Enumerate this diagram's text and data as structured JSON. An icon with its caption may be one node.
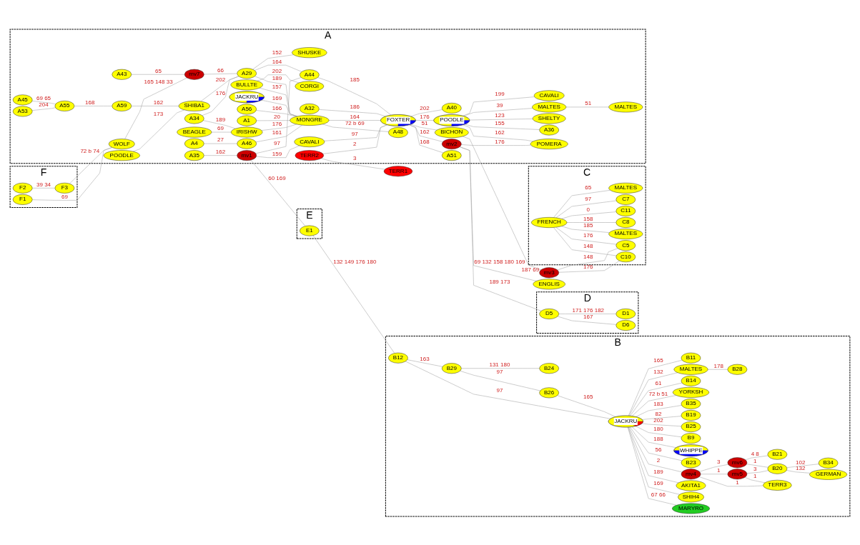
{
  "diagram": {
    "nodes": [
      {
        "text": [
          "F"
        ]
      },
      {
        "text": [
          "F2"
        ],
        "in": 0
      },
      {
        "text": [
          "F3"
        ],
        "in": 0
      },
      {
        "text": [
          "F1"
        ],
        "in": 0
      },
      {
        "text": [
          "A"
        ]
      },
      {
        "text": [
          "WOLF"
        ],
        "in": 4
      },
      {
        "text": [
          "A43"
        ],
        "in": 4
      },
      {
        "text": [
          "mv7"
        ],
        "in": 4
      },
      {
        "text": [
          "A45"
        ],
        "in": 4
      },
      {
        "text": [
          "A53"
        ],
        "in": 4
      },
      {
        "text": [
          "A55"
        ],
        "in": 4
      },
      {
        "text": [
          "A59"
        ],
        "in": 4
      },
      {
        "text": [
          "POODLE"
        ],
        "in": 4
      },
      {
        "text": [
          "SHIBA1"
        ],
        "in": 4
      },
      {
        "text": [
          "A34"
        ],
        "in": 4
      },
      {
        "text": [
          "A29"
        ],
        "in": 4
      },
      {
        "text": [
          "SHUSKE"
        ],
        "in": 4
      },
      {
        "text": [
          "A35"
        ],
        "in": 4
      },
      {
        "text": [
          "mv1"
        ],
        "in": 4
      },
      {
        "text": [
          "BEAGLE"
        ],
        "in": 4
      },
      {
        "text": [
          "A4"
        ],
        "in": 4
      },
      {
        "text": [
          "IRISHW"
        ],
        "in": 4
      },
      {
        "text": [
          "A46"
        ],
        "in": 4
      },
      {
        "text": [
          "JACKRU"
        ],
        "in": 4
      },
      {
        "text": [
          "MONGRE"
        ],
        "in": 4
      },
      {
        "text": [
          "A56"
        ],
        "in": 4
      },
      {
        "text": [
          "A1"
        ],
        "in": 4
      },
      {
        "text": [
          "BULLTE"
        ],
        "in": 4
      },
      {
        "text": [
          "A48"
        ],
        "in": 4
      },
      {
        "text": [
          "A44"
        ],
        "in": 4
      },
      {
        "text": [
          "CAVALI"
        ],
        "in": 4
      },
      {
        "text": [
          "A32"
        ],
        "in": 4
      },
      {
        "text": [
          "FOXTER"
        ],
        "in": 4
      },
      {
        "text": [
          "TERR2"
        ],
        "in": 4
      },
      {
        "text": [
          "A51"
        ],
        "in": 4
      },
      {
        "text": [
          "BICHON"
        ],
        "in": 4
      },
      {
        "text": [
          "CORGI"
        ],
        "in": 4
      },
      {
        "text": [
          "POODLE"
        ],
        "in": 4
      },
      {
        "text": [
          "mv2"
        ],
        "in": 4
      },
      {
        "text": [
          "A40"
        ],
        "in": 4
      },
      {
        "text": [
          "CAVALI"
        ],
        "in": 4
      },
      {
        "text": [
          "A36"
        ],
        "in": 4
      },
      {
        "text": [
          "SHELTY"
        ],
        "in": 4
      },
      {
        "text": [
          "MALTES"
        ],
        "in": 4
      },
      {
        "text": [
          "POMERA"
        ],
        "in": 4
      },
      {
        "text": [
          "MALTES"
        ],
        "in": 4
      },
      {
        "text": [
          "TERR1"
        ]
      },
      {
        "text": [
          "ENGLIS"
        ]
      },
      {
        "text": [
          "mv3"
        ]
      },
      {
        "text": [
          "B"
        ]
      },
      {
        "text": [
          "GERMAN"
        ],
        "in": 49
      },
      {
        "text": [
          "TERR3"
        ],
        "in": 49
      },
      {
        "text": [
          "B34"
        ],
        "in": 49
      },
      {
        "text": [
          "B20"
        ],
        "in": 49
      },
      {
        "text": [
          "mv5"
        ],
        "in": 49
      },
      {
        "text": [
          "MARYRO"
        ],
        "in": 49
      },
      {
        "text": [
          "SHIH4"
        ],
        "in": 49
      },
      {
        "text": [
          "AKITA1"
        ],
        "in": 49
      },
      {
        "text": [
          "mv6"
        ],
        "in": 49
      },
      {
        "text": [
          "mv4"
        ],
        "in": 49
      },
      {
        "text": [
          "B21"
        ],
        "in": 49
      },
      {
        "text": [
          "B23"
        ],
        "in": 49
      },
      {
        "text": [
          "WHIPPE"
        ],
        "in": 49
      },
      {
        "text": [
          "B9"
        ],
        "in": 49
      },
      {
        "text": [
          "JACKRU"
        ],
        "in": 49
      },
      {
        "text": [
          "B25"
        ],
        "in": 49
      },
      {
        "text": [
          "B19"
        ],
        "in": 49
      },
      {
        "text": [
          "B35"
        ],
        "in": 49
      },
      {
        "text": [
          "B12"
        ],
        "in": 49
      },
      {
        "text": [
          "YORKSH"
        ],
        "in": 49
      },
      {
        "text": [
          "B26"
        ],
        "in": 49
      },
      {
        "text": [
          "B14"
        ],
        "in": 49
      },
      {
        "text": [
          "MALTES"
        ],
        "in": 49
      },
      {
        "text": [
          "B11"
        ],
        "in": 49
      },
      {
        "text": [
          "B29"
        ],
        "in": 49
      },
      {
        "text": [
          "B28"
        ],
        "in": 49
      },
      {
        "text": [
          "B24"
        ],
        "in": 49
      },
      {
        "text": [
          "E"
        ]
      },
      {
        "text": [
          "E1"
        ],
        "in": 77
      },
      {
        "text": [
          "C"
        ]
      },
      {
        "text": [
          "MALTES"
        ],
        "in": 79
      },
      {
        "text": [
          "C8"
        ],
        "in": 79
      },
      {
        "text": [
          "C5"
        ],
        "in": 79
      },
      {
        "text": [
          "FRENCH"
        ],
        "in": 79
      },
      {
        "text": [
          "C11"
        ],
        "in": 79
      },
      {
        "text": [
          "C10"
        ],
        "in": 79
      },
      {
        "text": [
          "C7"
        ],
        "in": 79
      },
      {
        "text": [
          "MALTES"
        ],
        "in": 79
      },
      {
        "text": [
          "D"
        ]
      },
      {
        "text": [
          "D5"
        ],
        "in": 88
      },
      {
        "text": [
          "D6"
        ],
        "in": 88
      },
      {
        "text": [
          "D1"
        ],
        "in": 88
      }
    ],
    "edges": [
      {
        "from": 1,
        "to": 2,
        "arrow": "none",
        "label": "39 34"
      },
      {
        "from": 2,
        "to": 5,
        "arrow": "none",
        "label": "72 b 74"
      },
      {
        "from": 3,
        "to": 5,
        "arrow": "none",
        "label": "69"
      },
      {
        "from": 5,
        "to": 7,
        "arrow": "none",
        "label": "165 148 33"
      },
      {
        "from": 6,
        "to": 7,
        "arrow": "none",
        "label": "65"
      },
      {
        "from": 7,
        "to": 15,
        "arrow": "none",
        "label": "66"
      },
      {
        "from": 8,
        "to": 10,
        "arrow": "none",
        "label": "69 65"
      },
      {
        "from": 9,
        "to": 10,
        "arrow": "none",
        "label": "204"
      },
      {
        "from": 10,
        "to": 11,
        "arrow": "none",
        "label": "168"
      },
      {
        "from": 11,
        "to": 13,
        "arrow": "none",
        "label": "162"
      },
      {
        "from": 12,
        "to": 13,
        "arrow": "none",
        "label": "173"
      },
      {
        "from": 13,
        "to": 15,
        "arrow": "none",
        "label": "202"
      },
      {
        "from": 14,
        "to": 15,
        "arrow": "none",
        "label": "176"
      },
      {
        "from": 14,
        "to": 21,
        "arrow": "none",
        "label": "189"
      },
      {
        "from": 19,
        "to": 21,
        "arrow": "none",
        "label": "69"
      },
      {
        "from": 20,
        "to": 22,
        "arrow": "none",
        "label": "27"
      },
      {
        "from": 22,
        "to": 24,
        "arrow": "none",
        "label": "161"
      },
      {
        "from": 21,
        "to": 24,
        "arrow": "none",
        "label": "176"
      },
      {
        "from": 15,
        "to": 24,
        "arrow": "none",
        "label": "189"
      },
      {
        "from": 15,
        "to": 16,
        "arrow": "none",
        "label": "152"
      },
      {
        "from": 15,
        "to": 29,
        "arrow": "none",
        "label": "164"
      },
      {
        "from": 23,
        "to": 24,
        "arrow": "none",
        "label": "169"
      },
      {
        "from": 25,
        "to": 24,
        "arrow": "none",
        "label": "166"
      },
      {
        "from": 26,
        "to": 24,
        "arrow": "none",
        "label": "20"
      },
      {
        "from": 27,
        "to": 24,
        "arrow": "none",
        "label": "157"
      },
      {
        "from": 24,
        "to": 28,
        "arrow": "none",
        "label": "72 b 69"
      },
      {
        "from": 24,
        "to": 32,
        "arrow": "none",
        "label": "164"
      },
      {
        "from": 27,
        "to": 36,
        "arrow": "none",
        "label": "202"
      },
      {
        "from": 17,
        "to": 18,
        "arrow": "none",
        "label": "162"
      },
      {
        "from": 18,
        "to": 29,
        "arrow": "none",
        "label": "97"
      },
      {
        "from": 18,
        "to": 30,
        "arrow": "none",
        "label": "159"
      },
      {
        "from": 18,
        "to": 78,
        "arrow": "none",
        "label": "60 169"
      },
      {
        "from": 29,
        "to": 32,
        "arrow": "none",
        "label": "185"
      },
      {
        "from": 30,
        "to": 32,
        "arrow": "none",
        "label": "97"
      },
      {
        "from": 31,
        "to": 32,
        "arrow": "none",
        "label": "186"
      },
      {
        "from": 33,
        "to": 32,
        "arrow": "none",
        "label": "2"
      },
      {
        "from": 33,
        "to": 46,
        "arrow": "none",
        "label": "3"
      },
      {
        "from": 32,
        "to": 34,
        "arrow": "none",
        "label": "168"
      },
      {
        "from": 32,
        "to": 35,
        "arrow": "none",
        "label": "51"
      },
      {
        "from": 32,
        "to": 39,
        "arrow": "none",
        "label": "202"
      },
      {
        "from": 32,
        "to": 37,
        "arrow": "none",
        "label": "176"
      },
      {
        "from": 32,
        "to": 38,
        "arrow": "none",
        "label": "162"
      },
      {
        "from": 35,
        "to": 48,
        "arrow": "none",
        "label": "187 69"
      },
      {
        "from": 48,
        "to": 82,
        "arrow": "none",
        "label": "148"
      },
      {
        "from": 48,
        "to": 85,
        "arrow": "none",
        "label": "176"
      },
      {
        "from": 37,
        "to": 40,
        "arrow": "none",
        "label": "199"
      },
      {
        "from": 37,
        "to": 41,
        "arrow": "none",
        "label": "155"
      },
      {
        "from": 37,
        "to": 42,
        "arrow": "none",
        "label": "123"
      },
      {
        "from": 37,
        "to": 43,
        "arrow": "none",
        "label": "39"
      },
      {
        "from": 43,
        "to": 45,
        "arrow": "none",
        "label": "51"
      },
      {
        "from": 37,
        "to": 44,
        "arrow": "none",
        "label": "162"
      },
      {
        "from": 38,
        "to": 44,
        "arrow": "none",
        "label": "176"
      },
      {
        "from": 38,
        "to": 47,
        "arrow": "none",
        "label": "69 132 158 180 169"
      },
      {
        "from": 38,
        "to": 89,
        "arrow": "none",
        "label": "189 173"
      },
      {
        "from": 89,
        "to": 90,
        "arrow": "none",
        "label": "167"
      },
      {
        "from": 89,
        "to": 91,
        "arrow": "none",
        "label": "171 176 182"
      },
      {
        "from": 83,
        "to": 80,
        "arrow": "none",
        "label": "185"
      },
      {
        "from": 83,
        "to": 81,
        "arrow": "none",
        "label": "158"
      },
      {
        "from": 83,
        "to": 82,
        "arrow": "none",
        "label": "176"
      },
      {
        "from": 83,
        "to": 84,
        "arrow": "none",
        "label": "0"
      },
      {
        "from": 83,
        "to": 85,
        "arrow": "none",
        "label": "148"
      },
      {
        "from": 83,
        "to": 86,
        "arrow": "none",
        "label": "97"
      },
      {
        "from": 83,
        "to": 87,
        "arrow": "none",
        "label": "65"
      },
      {
        "from": 78,
        "to": 68,
        "arrow": "none",
        "label": "132 149 176 180"
      },
      {
        "from": 68,
        "to": 64,
        "arrow": "none",
        "label": "97"
      },
      {
        "from": 68,
        "to": 74,
        "arrow": "none",
        "label": "163"
      },
      {
        "from": 74,
        "to": 70,
        "arrow": "none",
        "label": "97"
      },
      {
        "from": 70,
        "to": 64,
        "arrow": "none",
        "label": "165"
      },
      {
        "from": 74,
        "to": 76,
        "arrow": "none",
        "label": "131 180"
      },
      {
        "from": 64,
        "to": 71,
        "arrow": "none",
        "label": "61"
      },
      {
        "from": 64,
        "to": 73,
        "arrow": "none",
        "label": "165"
      },
      {
        "from": 64,
        "to": 72,
        "arrow": "none",
        "label": "132"
      },
      {
        "from": 72,
        "to": 75,
        "arrow": "none",
        "label": "178"
      },
      {
        "from": 64,
        "to": 69,
        "arrow": "none",
        "label": "72 b 51"
      },
      {
        "from": 64,
        "to": 67,
        "arrow": "none",
        "label": "183"
      },
      {
        "from": 64,
        "to": 65,
        "arrow": "none",
        "label": "202"
      },
      {
        "from": 64,
        "to": 62,
        "arrow": "none",
        "label": "188"
      },
      {
        "from": 64,
        "to": 59,
        "arrow": "none",
        "label": "2"
      },
      {
        "from": 64,
        "to": 57,
        "arrow": "none",
        "label": "189"
      },
      {
        "from": 64,
        "to": 56,
        "arrow": "none",
        "label": "169"
      },
      {
        "from": 64,
        "to": 55,
        "arrow": "none",
        "label": "67 66"
      },
      {
        "from": 64,
        "to": 61,
        "arrow": "none",
        "label": "56"
      },
      {
        "from": 64,
        "to": 63,
        "arrow": "none",
        "label": "180"
      },
      {
        "from": 64,
        "to": 66,
        "arrow": "none",
        "label": "82"
      },
      {
        "from": 59,
        "to": 51,
        "arrow": "none",
        "label": "1"
      },
      {
        "from": 59,
        "to": 54,
        "arrow": "none",
        "label": "1"
      },
      {
        "from": 54,
        "to": 51,
        "arrow": "none",
        "label": "1"
      },
      {
        "from": 54,
        "to": 53,
        "arrow": "none",
        "label": "3"
      },
      {
        "from": 59,
        "to": 58,
        "arrow": "none",
        "label": "3"
      },
      {
        "from": 58,
        "to": 53,
        "arrow": "none",
        "label": "1"
      },
      {
        "from": 53,
        "to": 50,
        "arrow": "none",
        "label": "132"
      },
      {
        "from": 53,
        "to": 52,
        "arrow": "none",
        "label": "102"
      },
      {
        "from": 58,
        "to": 60,
        "arrow": "none",
        "label": "4 8"
      }
    ]
  }
}
